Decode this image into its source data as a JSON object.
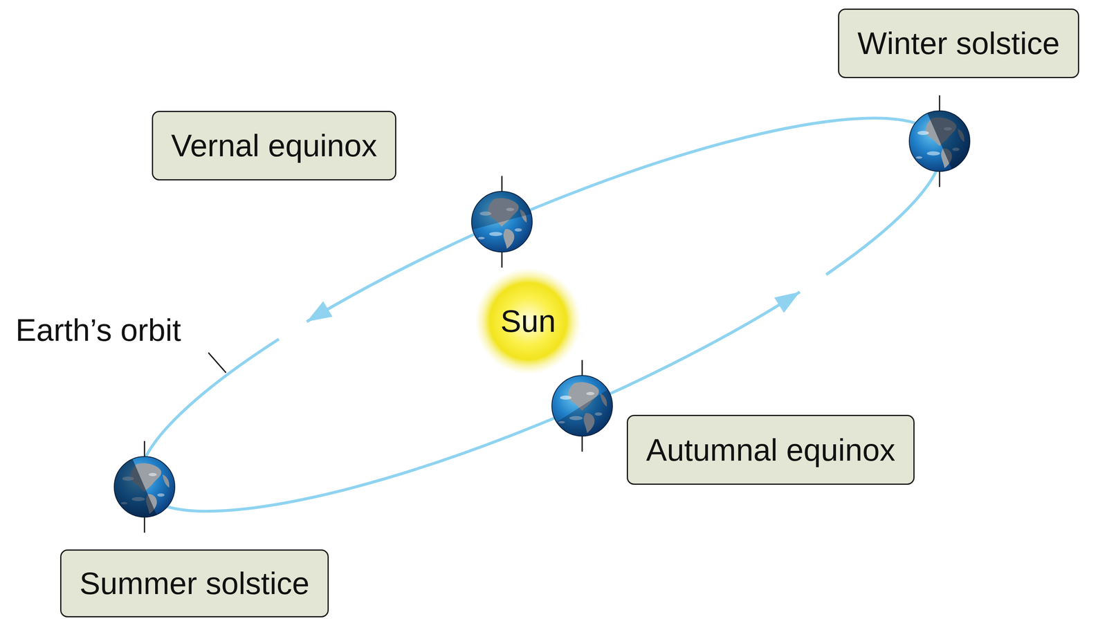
{
  "diagram": {
    "nodes": [
      {
        "text": [
          "Winter solstice"
        ]
      },
      {
        "text": [
          "Vernal equinox"
        ]
      },
      {
        "text": [
          "Sun"
        ]
      },
      {
        "text": [
          "Autumnal equinox"
        ]
      },
      {
        "text": [
          "Summer solstice"
        ]
      }
    ],
    "labels": [
      "Earth’s orbit"
    ]
  }
}
